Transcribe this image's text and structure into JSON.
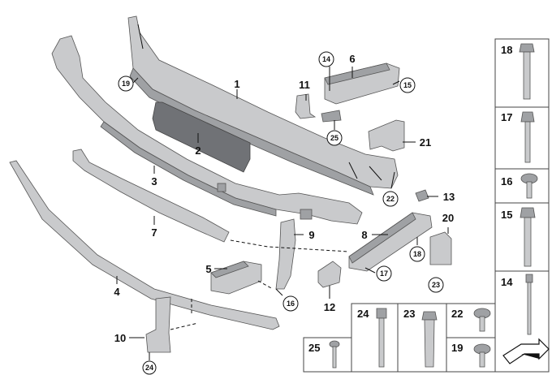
{
  "callouts": {
    "c1": "1",
    "c2": "2",
    "c3": "3",
    "c4": "4",
    "c5": "5",
    "c6": "6",
    "c7": "7",
    "c8": "8",
    "c9": "9",
    "c10": "10",
    "c11": "11",
    "c12": "12",
    "c13": "13",
    "c20": "20",
    "c21": "21"
  },
  "circled": {
    "k19": "19",
    "k14": "14",
    "k15": "15",
    "k25": "25",
    "k22": "22",
    "k18": "18",
    "k17": "17",
    "k16": "16",
    "k24": "24"
  },
  "fastener_grid": {
    "right_column": [
      "18",
      "17",
      "16",
      "15",
      "14"
    ],
    "bottom_row": [
      "24",
      "23",
      "22",
      "19",
      "25"
    ]
  }
}
